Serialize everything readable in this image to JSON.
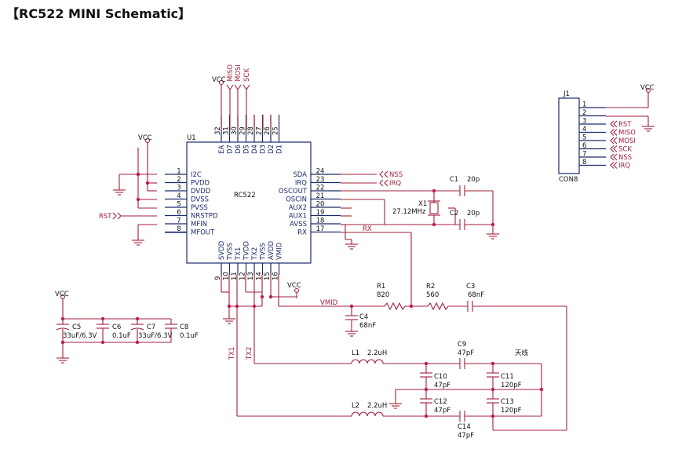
{
  "title": "【RC522 MINI Schematic】",
  "chip": {
    "ref": "U1",
    "name": "RC522",
    "left_pins": [
      {
        "num": "1",
        "name": "I2C"
      },
      {
        "num": "2",
        "name": "PVDD"
      },
      {
        "num": "3",
        "name": "DVDD"
      },
      {
        "num": "4",
        "name": "DVSS"
      },
      {
        "num": "5",
        "name": "PVSS"
      },
      {
        "num": "6",
        "name": "NRSTPD"
      },
      {
        "num": "7",
        "name": "MFIN"
      },
      {
        "num": "8",
        "name": "MFOUT"
      }
    ],
    "right_pins": [
      {
        "num": "24",
        "name": "SDA"
      },
      {
        "num": "23",
        "name": "IRQ"
      },
      {
        "num": "22",
        "name": "OSCOUT"
      },
      {
        "num": "21",
        "name": "OSCIN"
      },
      {
        "num": "20",
        "name": "AUX2"
      },
      {
        "num": "19",
        "name": "AUX1"
      },
      {
        "num": "18",
        "name": "AVSS"
      },
      {
        "num": "17",
        "name": "RX"
      }
    ],
    "top_pins": [
      {
        "num": "32",
        "name": "EA"
      },
      {
        "num": "31",
        "name": "D7"
      },
      {
        "num": "30",
        "name": "D6"
      },
      {
        "num": "29",
        "name": "D5"
      },
      {
        "num": "28",
        "name": "D4"
      },
      {
        "num": "27",
        "name": "D3"
      },
      {
        "num": "26",
        "name": "D2"
      },
      {
        "num": "25",
        "name": "D1"
      }
    ],
    "bottom_pins": [
      {
        "num": "9",
        "name": "SVDD"
      },
      {
        "num": "10",
        "name": "TVSS"
      },
      {
        "num": "11",
        "name": "TX1"
      },
      {
        "num": "12",
        "name": "TVDD"
      },
      {
        "num": "13",
        "name": "TX2"
      },
      {
        "num": "14",
        "name": "TVSS"
      },
      {
        "num": "15",
        "name": "AVDD"
      },
      {
        "num": "16",
        "name": "VMID"
      }
    ]
  },
  "nets": {
    "vcc": "VCC",
    "miso": "MISO",
    "mosi": "MOSI",
    "sck": "SCK",
    "nss": "NSS",
    "irq": "IRQ",
    "rst": "RST",
    "rx": "RX",
    "vmid": "VMID",
    "tx1": "TX1",
    "tx2": "TX2"
  },
  "parts": {
    "c1": {
      "ref": "C1",
      "value": "20p"
    },
    "c2": {
      "ref": "C2",
      "value": "20p"
    },
    "x1": {
      "ref": "X1",
      "value": "27.12MHz"
    },
    "c5": {
      "ref": "C5",
      "value": "33uF/6.3V"
    },
    "c6": {
      "ref": "C6",
      "value": "0.1uF"
    },
    "c7": {
      "ref": "C7",
      "value": "33uF/6.3V"
    },
    "c8": {
      "ref": "C8",
      "value": "0.1uF"
    },
    "c4": {
      "ref": "C4",
      "value": "68nF"
    },
    "r1": {
      "ref": "R1",
      "value": "820"
    },
    "r2": {
      "ref": "R2",
      "value": "560"
    },
    "c3": {
      "ref": "C3",
      "value": "68nF"
    },
    "l1": {
      "ref": "L1",
      "value": "2.2uH"
    },
    "l2": {
      "ref": "L2",
      "value": "2.2uH"
    },
    "c9": {
      "ref": "C9",
      "value": "47pF"
    },
    "c10": {
      "ref": "C10",
      "value": "47pF"
    },
    "c11": {
      "ref": "C11",
      "value": "120pF"
    },
    "c12": {
      "ref": "C12",
      "value": "47pF"
    },
    "c13": {
      "ref": "C13",
      "value": "120pF"
    },
    "c14": {
      "ref": "C14",
      "value": "47pF"
    }
  },
  "antenna_label": "天线",
  "connector": {
    "ref": "J1",
    "name": "CON8",
    "pins": [
      "1",
      "2",
      "3",
      "4",
      "5",
      "6",
      "7",
      "8"
    ],
    "signals": [
      "RST",
      "MISO",
      "MOSI",
      "SCK",
      "NSS",
      "IRQ"
    ]
  },
  "colors": {
    "wire": "#a1203a",
    "body": "#1b2a6b",
    "junction": "#c2185b"
  }
}
